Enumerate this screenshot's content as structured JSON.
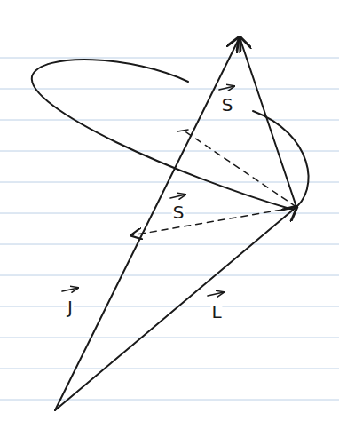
{
  "diagram": {
    "labels": [
      "S",
      "S",
      "J",
      "L"
    ]
  }
}
